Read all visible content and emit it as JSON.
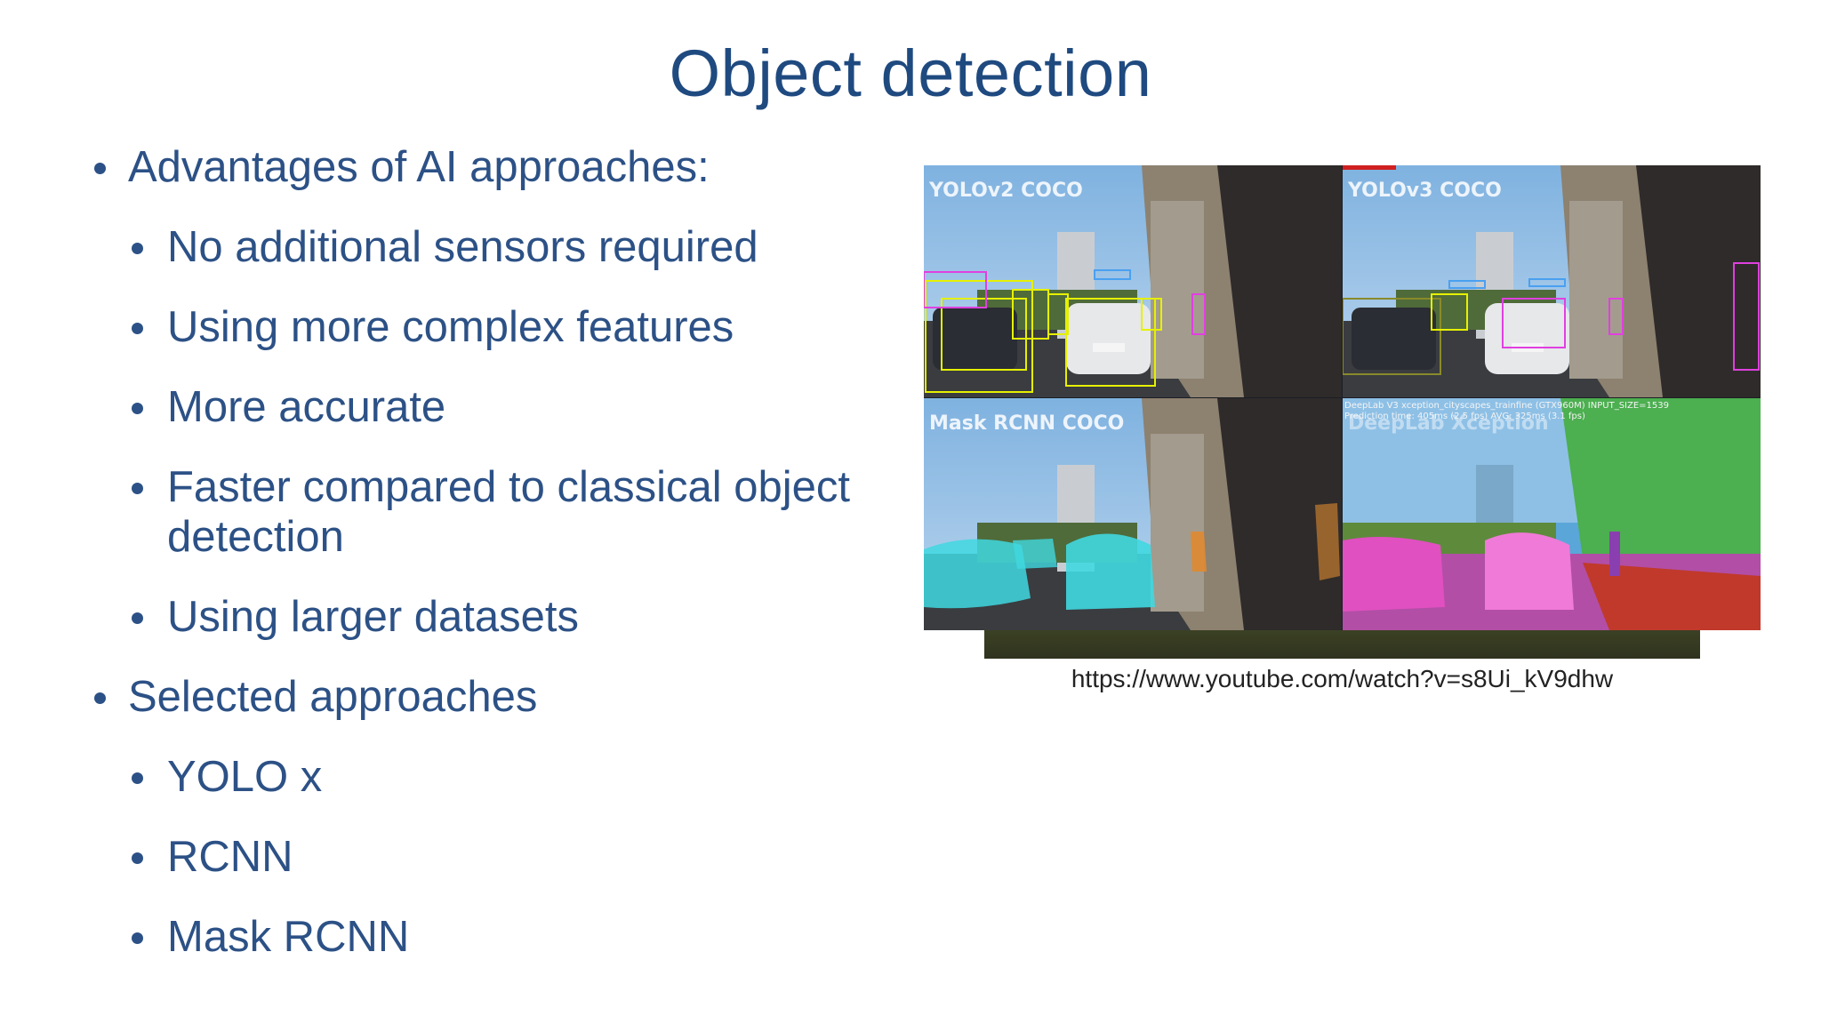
{
  "slide": {
    "title": "Object detection",
    "bullets": [
      {
        "level": 1,
        "text": "Advantages of AI approaches:"
      },
      {
        "level": 2,
        "text": "No additional sensors required"
      },
      {
        "level": 2,
        "text": "Using more complex features"
      },
      {
        "level": 2,
        "text": "More accurate"
      },
      {
        "level": 2,
        "text": "Faster compared to classical object detection"
      },
      {
        "level": 2,
        "text": "Using larger datasets"
      },
      {
        "level": 1,
        "text": "Selected approaches"
      },
      {
        "level": 2,
        "text": "YOLO x"
      },
      {
        "level": 2,
        "text": "RCNN"
      },
      {
        "level": 2,
        "text": "Mask RCNN"
      }
    ]
  },
  "figure": {
    "panels": [
      {
        "label": "YOLOv2 COCO",
        "overlay": "boxes-yellow-magenta"
      },
      {
        "label": "YOLOv3 COCO",
        "overlay": "boxes-magenta-blue"
      },
      {
        "label": "Mask RCNN COCO",
        "overlay": "mask-cyan"
      },
      {
        "label": "DeepLab Xception",
        "overlay": "segmentation-pink-green-red"
      }
    ],
    "deeplab_info_line1": "DeepLab V3 xception_cityscapes_trainfine (GTX960M) INPUT_SIZE=1539",
    "deeplab_info_line2": "Prediction time: 405ms (2.5 fps) AVG: 325ms (3.1 fps)",
    "caption": "https://www.youtube.com/watch?v=s8Ui_kV9dhw"
  },
  "colors": {
    "title": "#1f4a80",
    "text": "#2c5186",
    "yolo_box": "#e6f000",
    "person_box": "#e040e0",
    "mask_cyan": "#40d8e0",
    "seg_pink": "#e050c0",
    "seg_green": "#4caf50"
  }
}
